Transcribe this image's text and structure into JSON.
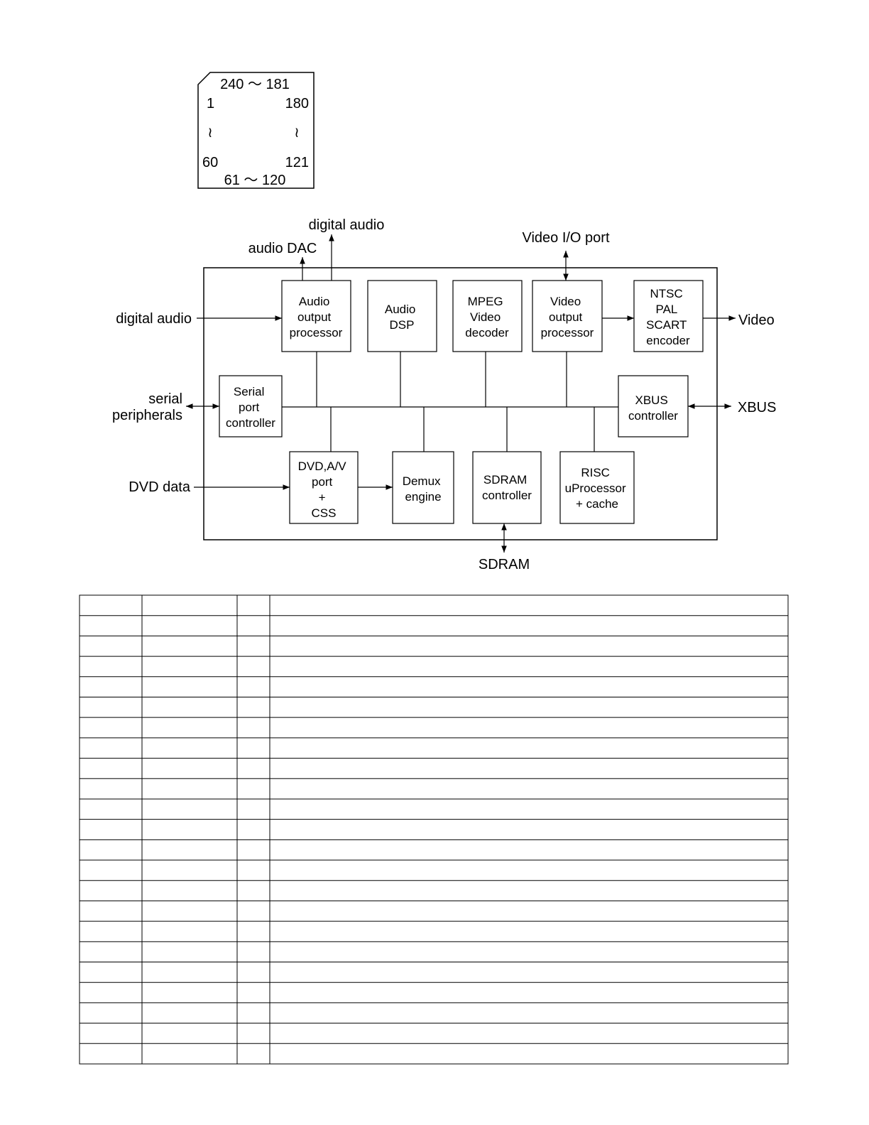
{
  "package": {
    "top": "240 ～ 181",
    "left_top": "1",
    "right_top": "180",
    "left_wave": "≀",
    "right_wave": "≀",
    "left_bottom": "60",
    "right_bottom": "121",
    "bottom": "61 ～ 120"
  },
  "labels": {
    "digital_audio_out": "digital audio",
    "audio_dac": "audio DAC",
    "video_io": "Video I/O port",
    "digital_audio_in": "digital audio",
    "video_out": "Video",
    "serial_line1": "serial",
    "serial_line2": "peripherals",
    "xbus": "XBUS",
    "dvd_data": "DVD data",
    "sdram": "SDRAM"
  },
  "blocks": {
    "audio_out_proc": [
      "Audio",
      "output",
      "processor"
    ],
    "audio_dsp": [
      "Audio",
      "DSP"
    ],
    "mpeg": [
      "MPEG",
      "Video",
      "decoder"
    ],
    "video_out_proc": [
      "Video",
      "output",
      "processor"
    ],
    "encoder": [
      "NTSC",
      "PAL",
      "SCART",
      "encoder"
    ],
    "serial_ctrl": [
      "Serial",
      "port",
      "controller"
    ],
    "xbus_ctrl": [
      "XBUS",
      "controller"
    ],
    "dvd_port": [
      "DVD,A/V",
      "port",
      "+",
      "CSS"
    ],
    "demux": [
      "Demux",
      "engine"
    ],
    "sdram_ctrl": [
      "SDRAM",
      "controller"
    ],
    "risc": [
      "RISC",
      "uProcessor",
      "+ cache"
    ]
  }
}
